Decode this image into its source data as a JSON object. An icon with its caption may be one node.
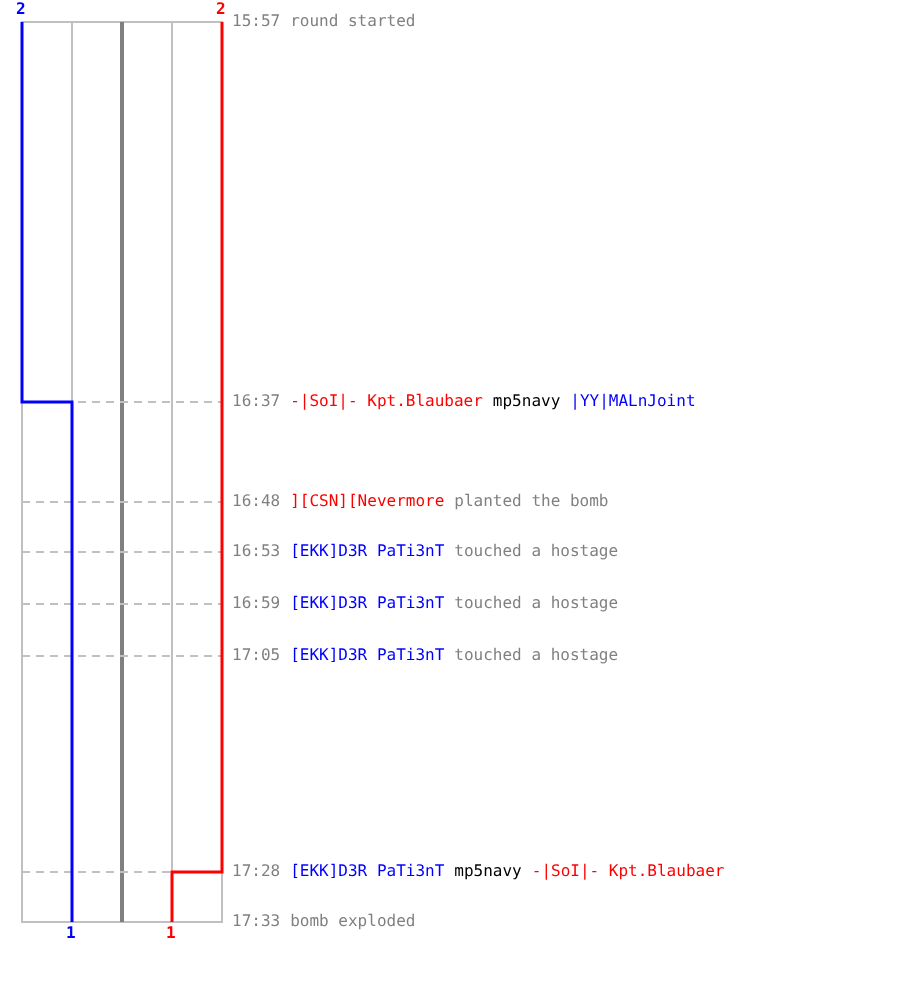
{
  "diagram": {
    "labels": [
      "2",
      "2",
      "15:57",
      "round started",
      "16:37",
      "-|SoI|- Kpt.Blaubaer",
      "mp5navy",
      "|YY|MALnJoint",
      "16:48",
      "][CSN][Nevermore",
      "planted the bomb",
      "16:53",
      "[EKK]D3R PaTi3nT",
      "touched a hostage",
      "16:59",
      "[EKK]D3R PaTi3nT",
      "touched a hostage",
      "17:05",
      "[EKK]D3R PaTi3nT",
      "touched a hostage",
      "17:28",
      "[EKK]D3R PaTi3nT",
      "mp5navy",
      "-|SoI|- Kpt.Blaubaer",
      "17:33",
      "bomb exploded",
      "1",
      "1"
    ]
  }
}
